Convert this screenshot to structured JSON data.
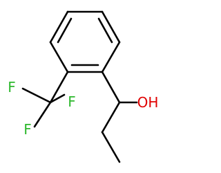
{
  "molecule": {
    "atoms": {
      "F1": {
        "symbol": "F",
        "color": "#2db82d"
      },
      "F2": {
        "symbol": "F",
        "color": "#2db82d"
      },
      "F3": {
        "symbol": "F",
        "color": "#2db82d"
      },
      "O": {
        "symbol": "OH",
        "color": "#e00000"
      }
    },
    "bond_color": "#000000"
  }
}
